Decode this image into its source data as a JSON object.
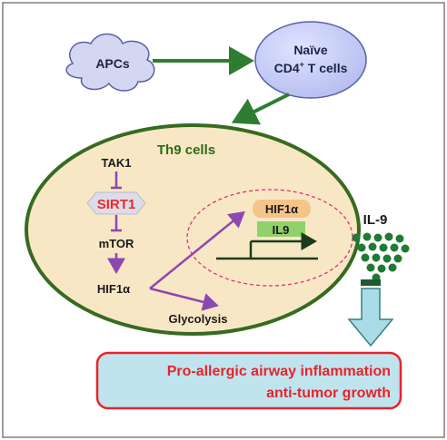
{
  "nodes": {
    "apcs": "APCs",
    "naive_line1": "Naïve",
    "naive_line2_main": "CD4",
    "naive_line2_sup": "+",
    "naive_line2_rest": " T cells",
    "th9": "Th9 cells",
    "tak1": "TAK1",
    "sirt1": "SIRT1",
    "mtor": "mTOR",
    "hif1a_left": "HIF1α",
    "glycolysis": "Glycolysis",
    "hif1a_nuc": "HIF1α",
    "il9_gene": "IL9",
    "il9_secreted": "IL-9"
  },
  "outcome": {
    "line1": "Pro-allergic airway inflammation",
    "line2": "anti-tumor growth"
  },
  "colors": {
    "border": "#7f7f7f",
    "arrow_green": "#2e7d32",
    "cell_fill": "#f8e7c5",
    "cell_border": "#376b1f",
    "th9_text": "#2e6b1a",
    "purple": "#8d47b0",
    "sirt1_red": "#ee2a2a",
    "sirt1_fill": "#dcdde9",
    "nucleus_dash": "#e0327a",
    "hif1a_fill": "#f5c48a",
    "il9_fill": "#8fd16a",
    "dots": "#1f7a33",
    "down_arrow": "#a8dde8",
    "outcome_red": "#e8232a",
    "outcome_fill": "#bfe4ee"
  }
}
